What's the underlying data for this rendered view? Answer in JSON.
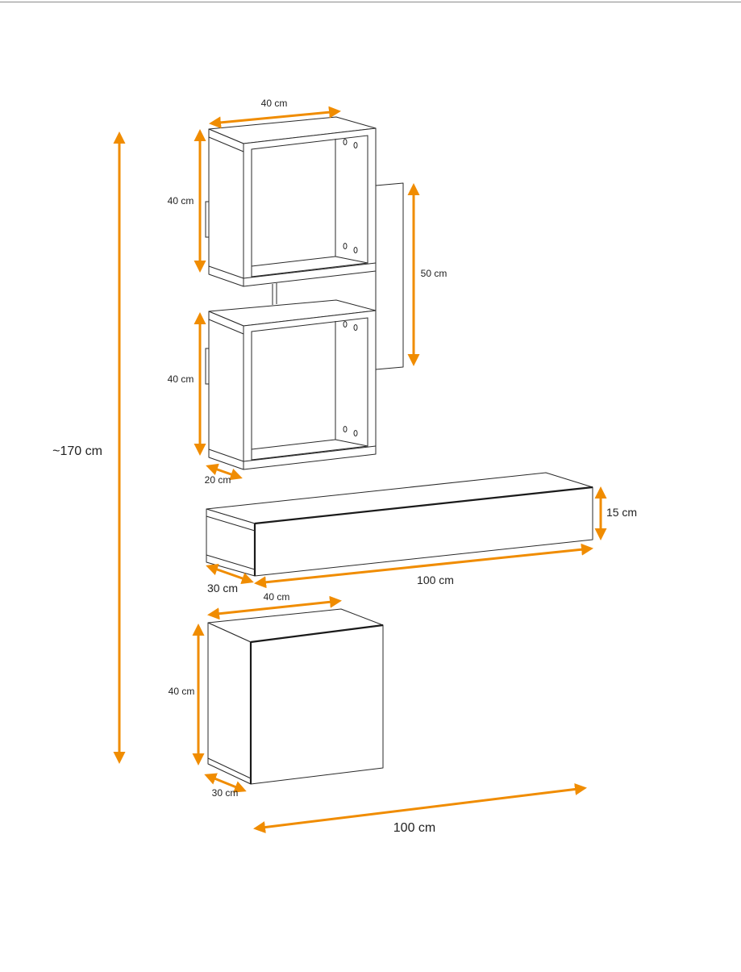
{
  "accent_color": "#f08c00",
  "line_color": "#2a2a2a",
  "dimensions": {
    "overall_height": "~170 cm",
    "shelf1_width": "40 cm",
    "shelf1_height": "40 cm",
    "bracket_height": "50 cm",
    "shelf2_height": "40 cm",
    "shelf2_depth": "20 cm",
    "tv_unit_height": "15 cm",
    "tv_unit_depth": "30 cm",
    "tv_unit_width": "100 cm",
    "cabinet_width": "40 cm",
    "cabinet_height": "40 cm",
    "cabinet_depth": "30 cm",
    "overall_width": "100 cm"
  }
}
